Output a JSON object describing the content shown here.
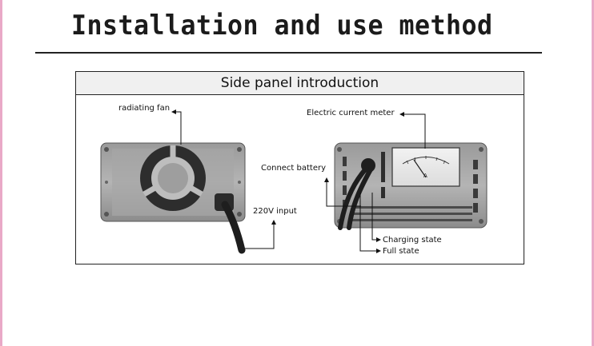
{
  "header": {
    "title": "Installation and use method"
  },
  "panel": {
    "title": "Side panel introduction"
  },
  "labels": {
    "radiating_fan": "radiating fan",
    "input_220v": "220V input",
    "electric_current_meter": "Electric current meter",
    "connect_battery": "Connect battery",
    "charging_state": "Charging state",
    "full_state": "Full state"
  },
  "meter": {
    "unit": "A"
  }
}
